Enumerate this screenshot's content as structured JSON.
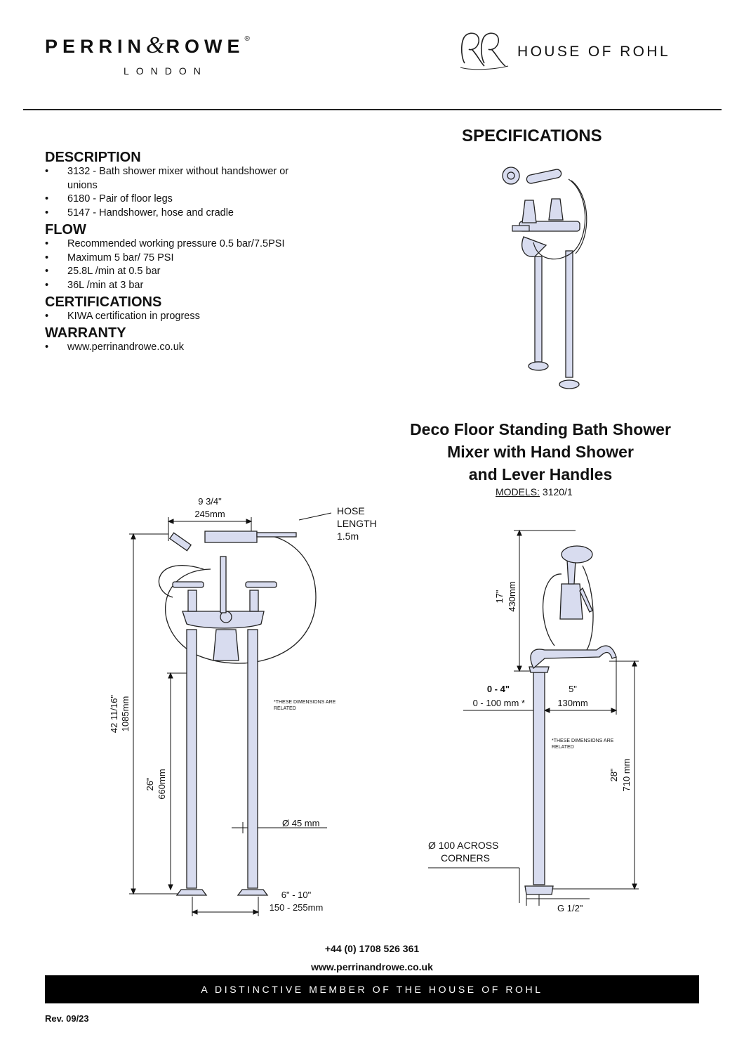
{
  "header": {
    "brand_left_a": "Perrin",
    "brand_left_amp": "&",
    "brand_left_b": "Rowe",
    "brand_left_reg": "®",
    "brand_left_sub": "LONDON",
    "brand_right": "HOUSE OF ROHL"
  },
  "specifications_title": "SPECIFICATIONS",
  "description": {
    "heading": "DESCRIPTION",
    "items": [
      "3132 - Bath shower mixer without handshower or unions",
      "6180 - Pair of floor legs",
      "5147 - Handshower, hose and cradle"
    ]
  },
  "flow": {
    "heading": "FLOW",
    "items": [
      "Recommended working pressure 0.5 bar/7.5PSI",
      "Maximum 5 bar/ 75 PSI",
      "25.8L /min at 0.5 bar",
      "36L /min at 3 bar"
    ]
  },
  "certifications": {
    "heading": "CERTIFICATIONS",
    "items": [
      "KIWA certification in progress"
    ]
  },
  "warranty": {
    "heading": "WARRANTY",
    "items": [
      "www.perrinandrowe.co.uk"
    ]
  },
  "product": {
    "title_lines": [
      "Deco Floor Standing Bath Shower",
      "Mixer with Hand Shower",
      "and Lever Handles"
    ],
    "models_label": "MODELS:",
    "models_value": "3120/1"
  },
  "front_drawing": {
    "width_in": "9 3/4\"",
    "width_mm": "245mm",
    "hose_1": "HOSE",
    "hose_2": "LENGTH",
    "hose_3": "1.5m",
    "height_in": "42 11/16\"",
    "height_mm": "1085mm",
    "leg_in": "26\"",
    "leg_mm": "660mm",
    "note_1": "*THESE DIMENSIONS ARE",
    "note_2": "RELATED",
    "diameter": "Ø 45 mm",
    "centres_in": "6\" - 10\"",
    "centres_mm": "150 - 255mm"
  },
  "side_drawing": {
    "top_in": "17\"",
    "top_mm": "430mm",
    "offset_in": "0 - 4\"",
    "offset_mm": "0 - 100 mm *",
    "spout_in": "5\"",
    "spout_mm": "130mm",
    "note_1": "*THESE DIMENSIONS ARE",
    "note_2": "RELATED",
    "leg_in": "28\"",
    "leg_mm": "710 mm",
    "base_1": "Ø 100 ACROSS",
    "base_2": "CORNERS",
    "thread": "G 1/2\""
  },
  "contact": {
    "phone": "+44 (0) 1708 526 361",
    "website": "www.perrinandrowe.co.uk"
  },
  "footer": {
    "tagline": "A DISTINCTIVE MEMBER OF THE HOUSE OF ROHL",
    "revision": "Rev. 09/23"
  }
}
